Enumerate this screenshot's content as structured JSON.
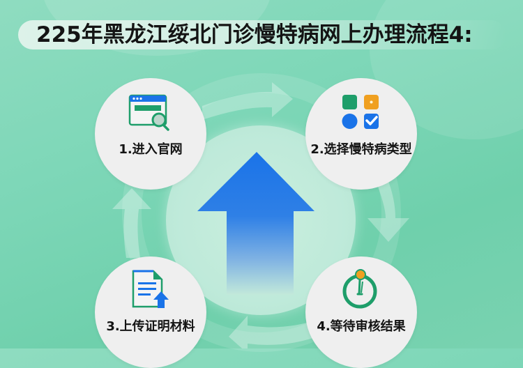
{
  "title": "225年黑龙江绥北门诊慢特病网上办理流程4:",
  "colors": {
    "background": "#7ed7b8",
    "step_circle": "#efefef",
    "title_text": "#141414",
    "center_arrow_top": "#1a73e8",
    "center_arrow_bottom": "#b9e6d6",
    "icon_green": "#1e9e6a",
    "icon_blue": "#1a73e8",
    "icon_orange": "#f0a020"
  },
  "steps": [
    {
      "number": "1",
      "label": "1.进入官网",
      "icon": "browser-search-icon"
    },
    {
      "number": "2",
      "label": "2.选择慢特病类型",
      "icon": "category-grid-check-icon"
    },
    {
      "number": "3",
      "label": "3.上传证明材料",
      "icon": "document-upload-icon"
    },
    {
      "number": "4",
      "label": "4.等待审核结果",
      "icon": "timer-icon"
    }
  ],
  "center": {
    "icon": "up-arrow-icon"
  },
  "flow_arrows": [
    "arrow-right",
    "arrow-down",
    "arrow-left",
    "arrow-up"
  ]
}
